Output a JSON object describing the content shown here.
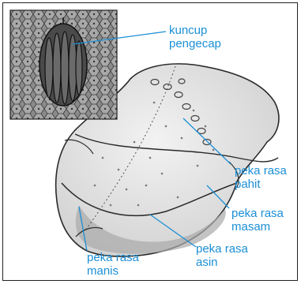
{
  "labels": {
    "kuncup": {
      "line1": "kuncup",
      "line2": "pengecap"
    },
    "pahit": {
      "line1": "peka rasa",
      "line2": "pahit"
    },
    "masam": {
      "line1": "peka rasa",
      "line2": "masam"
    },
    "asin": {
      "line1": "peka rasa",
      "line2": "asin"
    },
    "manis": {
      "line1": "peka rasa",
      "line2": "manis"
    }
  },
  "colors": {
    "label": "#1b8fd6",
    "pointer": "#1b8fd6",
    "outline": "#2a2a2a",
    "tongue": "#e6e6e6"
  }
}
